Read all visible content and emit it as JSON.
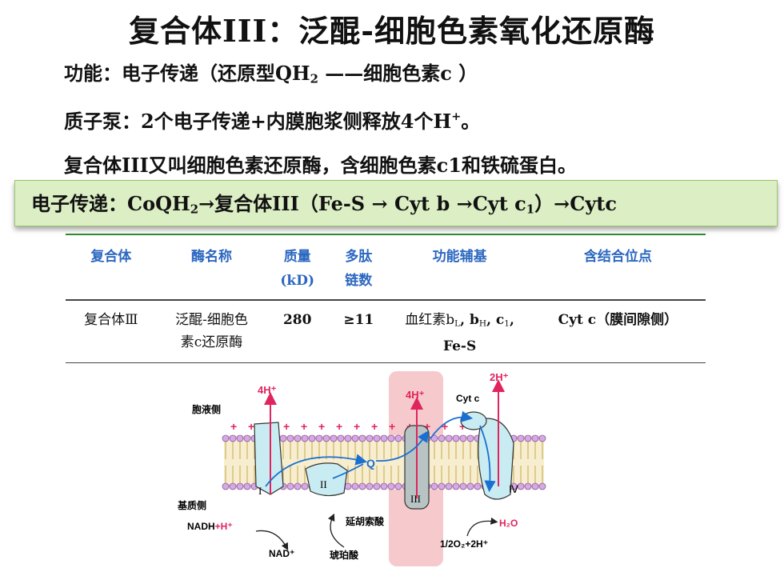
{
  "title": "复合体III：泛醌-细胞色素氧化还原酶",
  "lines": {
    "function": {
      "prefix": "功能：电子传递（还原型QH",
      "sub": "2",
      "suffix": " ——细胞色素c ）"
    },
    "proton_pump": {
      "prefix": "质子泵：2个电子传递+内膜胞浆侧释放4个H",
      "sup": "+",
      "suffix": "。"
    },
    "alias": "复合体III又叫细胞色素还原酶，含细胞色素c1和铁硫蛋白。"
  },
  "banner": {
    "part1": "电子传递：CoQH",
    "sub1": "2",
    "part2": "→复合体III（Fe-S → Cyt b →Cyt c",
    "sub2": "1",
    "part3": "）→Cytc"
  },
  "table": {
    "headers": [
      "复合体",
      "酶名称",
      "质量",
      "(kD)",
      "多肽",
      "链数",
      "功能辅基",
      "含结合位点"
    ],
    "row": {
      "complex": "复合体Ⅲ",
      "enzyme_line1": "泛醌-细胞色",
      "enzyme_line2": "素c还原酶",
      "mass": "280",
      "chains": "≥11",
      "groups_a": "血红素b",
      "groups_a_sub": "L",
      "groups_b": ", b",
      "groups_b_sub": "H",
      "groups_c": ", c",
      "groups_c_sub": "1",
      "groups_d": ",",
      "groups_line2": "Fe-S",
      "site": "Cyt c（膜间隙侧）"
    }
  },
  "diagram": {
    "cytosol_side": "胞液侧",
    "matrix_side": "基质侧",
    "h4_a": "4H⁺",
    "h4_b": "4H⁺",
    "h2": "2H⁺",
    "cytc": "Cyt c",
    "q": "Q",
    "complex_1": "I",
    "complex_2": "II",
    "complex_3": "III",
    "complex_4": "Ⅳ",
    "nadh": "NADH",
    "nadh_h": "+H⁺",
    "nad": "NAD⁺",
    "fumarate": "延胡索酸",
    "succinate": "琥珀酸",
    "oxygen": "1/2O₂+2H⁺",
    "water": "H₂O",
    "colors": {
      "red": "#e0245e",
      "blue": "#1a6fd0",
      "membrane_fill": "#f2e6b8",
      "protein": "#c9ecf2",
      "highlight": "#f6c9cc"
    }
  }
}
